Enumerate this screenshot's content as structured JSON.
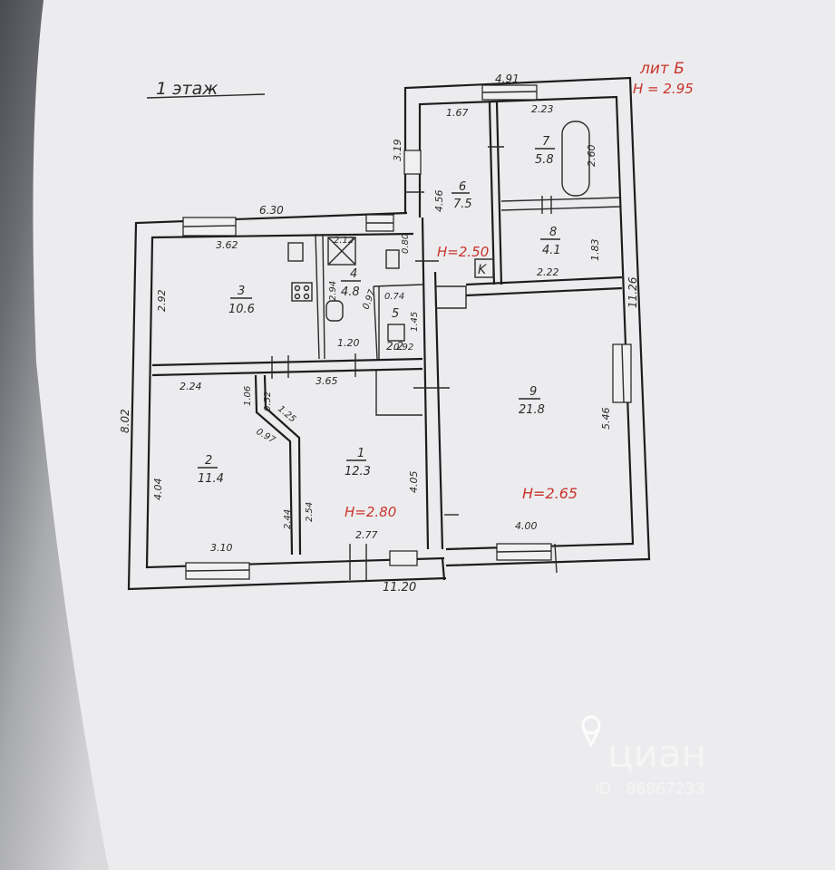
{
  "floor_title": "1 этаж",
  "liter": {
    "name": "лит Б",
    "height": "H = 2.95"
  },
  "heights": {
    "kitchen": "H=2.50",
    "left_block": "H=2.80",
    "right_block": "H=2.65"
  },
  "kitchen_marker": "K",
  "rooms": [
    {
      "num": "1",
      "area": "12.3"
    },
    {
      "num": "2",
      "area": "11.4"
    },
    {
      "num": "3",
      "area": "10.6"
    },
    {
      "num": "4",
      "area": "4.8"
    },
    {
      "num": "5",
      "area": "2.2"
    },
    {
      "num": "6",
      "area": "7.5"
    },
    {
      "num": "7",
      "area": "5.8"
    },
    {
      "num": "8",
      "area": "4.1"
    },
    {
      "num": "9",
      "area": "21.8"
    }
  ],
  "dims": {
    "top_right_width": "4.91",
    "top_left_width": "6.30",
    "bottom_width": "11.20",
    "left_height": "8.02",
    "right_height": "11.26",
    "annex_height": "3.19",
    "r6_width": "1.67",
    "r6_height": "4.56",
    "r7_width": "2.23",
    "r7_height": "2.60",
    "r8_width": "2.22",
    "r8_height": "1.83",
    "r3_width": "3.62",
    "r3_height": "2.92",
    "r4_top": "2.12",
    "r4_side": "2.94",
    "r4_inner": "0.97",
    "r4_bottom": "1.20",
    "r_small": "0.80",
    "r5_top": "0.74",
    "r5_side": "1.45",
    "r5_bottom": "0.92",
    "r2_top": "2.24",
    "r2_height": "4.04",
    "r2_bottom": "3.10",
    "r1_top": "3.65",
    "r1_height": "4.05",
    "r1_bottom": "2.77",
    "partition_a": "1.06",
    "partition_b": "0.52",
    "partition_c": "1.25",
    "partition_d": "0.97",
    "partition_e": "2.44",
    "partition_f": "2.54",
    "r9_height": "5.46",
    "r9_bottom": "4.00"
  },
  "watermark": {
    "brand": "циан",
    "id": "ID : 86867233"
  }
}
